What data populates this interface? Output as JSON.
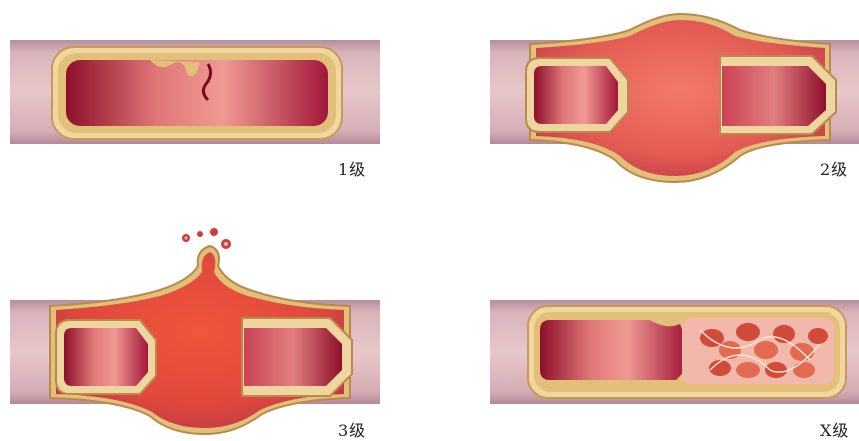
{
  "panels": [
    {
      "id": "grade-1",
      "label": "1级"
    },
    {
      "id": "grade-2",
      "label": "2级"
    },
    {
      "id": "grade-3",
      "label": "3级"
    },
    {
      "id": "grade-x",
      "label": "X级"
    }
  ],
  "colors": {
    "vessel_outer": "#c9a3ad",
    "vessel_wall": "#e3c07a",
    "lumen_dark": "#9c1332",
    "lumen_light": "#ec8a8a",
    "blood": "#e8584e",
    "clot": "#d14a3a"
  }
}
